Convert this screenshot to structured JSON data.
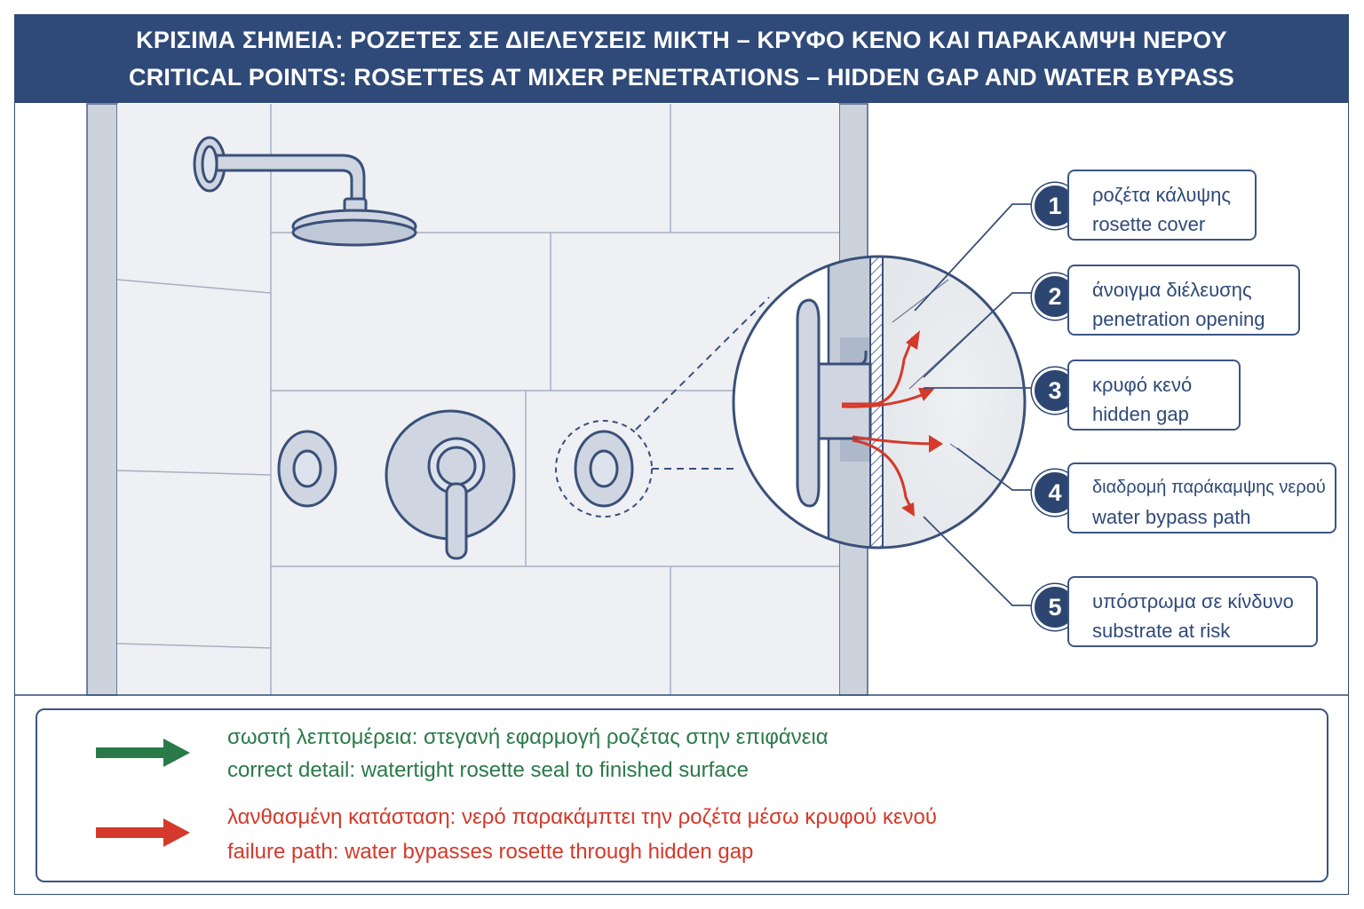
{
  "header": {
    "title_el": "ΚΡΙΣΙΜΑ ΣΗΜΕΙΑ: ΡΟΖΕΤΕΣ ΣΕ ΔΙΕΛΕΥΣΕΙΣ ΜΙΚΤΗ – ΚΡΥΦΟ ΚΕΝΟ ΚΑΙ ΠΑΡΑΚΑΜΨΗ ΝΕΡΟΥ",
    "title_en": "CRITICAL POINTS: ROSETTES AT MIXER PENETRATIONS – HIDDEN GAP AND WATER BYPASS"
  },
  "colors": {
    "navy": "#2f4a78",
    "correct": "#2a7a48",
    "failure": "#d4392b"
  },
  "callouts": [
    {
      "number": "1",
      "el": "ροζέτα κάλυψης",
      "en": "rosette cover"
    },
    {
      "number": "2",
      "el": "άνοιγμα διέλευσης",
      "en": "penetration opening"
    },
    {
      "number": "3",
      "el": "κρυφό κενό",
      "en": "hidden gap"
    },
    {
      "number": "4",
      "el": "διαδρομή παράκαμψης νερού",
      "en": "water bypass path"
    },
    {
      "number": "5",
      "el": "υπόστρωμα σε κίνδυνο",
      "en": "substrate at risk"
    }
  ],
  "legend": {
    "correct_el": "σωστή λεπτομέρεια: στεγανή εφαρμογή ροζέτας στην επιφάνεια",
    "correct_en": "correct detail: watertight rosette seal to finished surface",
    "failure_el": "λανθασμένη κατάσταση: νερό παρακάμπτει την ροζέτα μέσω κρυφού κενού",
    "failure_en": "failure path: water bypasses rosette through hidden gap"
  },
  "icons": [
    "shower-head-icon",
    "rosette-icon",
    "mixer-handle-icon",
    "arrow-icon"
  ]
}
